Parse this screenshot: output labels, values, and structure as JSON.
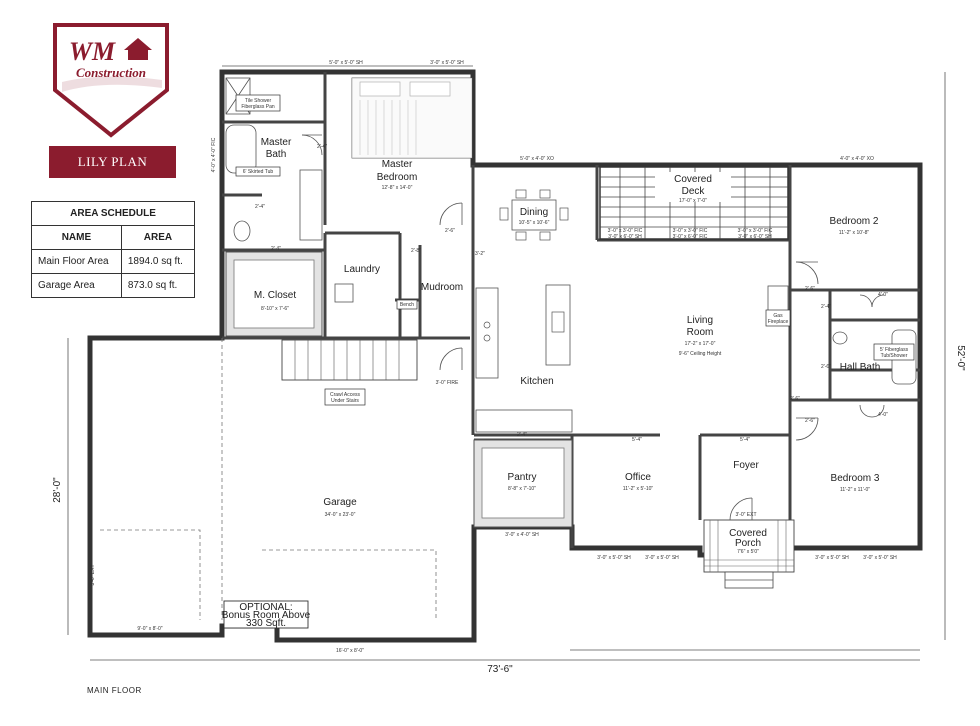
{
  "logo": {
    "brand_top": "WM",
    "brand_bottom": "Construction",
    "colors": {
      "maroon": "#8b1c2e",
      "border": "#8b1c2e"
    }
  },
  "plan_name": "LILY PLAN",
  "area_schedule": {
    "title": "AREA SCHEDULE",
    "headers": [
      "NAME",
      "AREA"
    ],
    "rows": [
      {
        "name": "Main Floor Area",
        "area": "1894.0 sq ft."
      },
      {
        "name": "Garage Area",
        "area": "873.0 sq ft."
      }
    ]
  },
  "rooms": {
    "master_bath": [
      "Master",
      "Bath"
    ],
    "master_bedroom": {
      "name": [
        "Master",
        "Bedroom"
      ],
      "size": "12'-8\" x 14'-0\""
    },
    "laundry": "Laundry",
    "mudroom": "Mudroom",
    "m_closet": {
      "name": "M. Closet",
      "size": "8'-10\" x 7'-6\""
    },
    "dining": {
      "name": "Dining",
      "size": "10'-5\" x 10'-6\""
    },
    "covered_deck": {
      "name": [
        "Covered",
        "Deck"
      ],
      "size": "17'-0\" x 7'-0\""
    },
    "bedroom2": {
      "name": "Bedroom 2",
      "size": "11'-2\" x 10'-8\""
    },
    "living_room": {
      "name": [
        "Living",
        "Room"
      ],
      "size": "17'-2\" x 17'-0\"",
      "note": "9'-6\" Ceiling Height"
    },
    "hall_bath": "Hall Bath",
    "kitchen": "Kitchen",
    "pantry": {
      "name": "Pantry",
      "size": "8'-8\" x 7'-10\""
    },
    "office": {
      "name": "Office",
      "size": "11'-2\" x 5'-10\""
    },
    "foyer": "Foyer",
    "bedroom3": {
      "name": "Bedroom 3",
      "size": "11'-2\" x 11'-0\""
    },
    "covered_porch": {
      "name": [
        "Covered",
        "Porch"
      ],
      "size": "7'6\" x 5'0\""
    },
    "garage": {
      "name": "Garage",
      "size": "34'-0\" x 23'-0\""
    }
  },
  "callouts": {
    "tile_shower": [
      "Tile Shower",
      "Fiberglass Pan"
    ],
    "skirted_tub": "6' Skirted Tub",
    "bench": "Bench",
    "crawl_access": [
      "Crawl Access",
      "Under Stairs"
    ],
    "fireplace": [
      "Gas",
      "Fireplace"
    ],
    "fiberglass_tub": [
      "5' Fiberglass",
      "Tub/Shower"
    ],
    "optional": [
      "OPTIONAL:",
      "Bonus Room Above",
      "330 Sqft."
    ]
  },
  "dimensions": {
    "top_window_1": "5'-0\" x 5'-0\" SH",
    "top_window_2": "3'-0\" x 5'-0\" SH",
    "dining_window": "5'-0\" x 4'-0\" XO",
    "bed2_window": "4'-0\" x 4'-0\" XO",
    "bath_window": "4'-0\" x 4'-0\" FIC",
    "deck_windows": [
      "3'-0\" x 3'-0\" FIC",
      "3'-0\" x 3'-0\" FIC",
      "3'-0\" x 3'-0\" FIC",
      "3'-0\" x 6'-0\" SH",
      "3'-0\" x 6'-0\" FIC",
      "3'-0\" x 6'-0\" SH"
    ],
    "fire_door": "3'-0\" FIRE",
    "pantry_window": "3'-0\" x 4'-0\" SH",
    "office_windows": [
      "3'-0\" x 5'-0\" SH",
      "3'-0\" x 5'-0\" SH"
    ],
    "bed3_windows": [
      "3'-0\" x 5'-0\" SH",
      "3'-0\" x 5'-0\" SH"
    ],
    "porch_door": "3'-0\" EXT",
    "garage_side_door": "3'-0\" EXT",
    "garage_door_1": "9'-0\" x 8'-0\"",
    "garage_door_2": "16'-0\" x 8'-0\"",
    "overall_width": "73'-6\"",
    "overall_depth": "52'-0\"",
    "garage_depth": "28'-0\"",
    "office_opening": "5'-4\"",
    "foyer_opening": "5'-4\"",
    "pantry_opening": "2'-4\"",
    "closet_doors": [
      "2'-4\"",
      "2'-6\"",
      "2'-8\"",
      "2'-4\"",
      "2'-6\"",
      "2'-6\""
    ],
    "closets": [
      "4'-0\"",
      "4'-0\""
    ],
    "bath_doors": [
      "2'-4\"",
      "2'-4\"",
      "2'-6\"",
      "2'-6\""
    ],
    "stair_gap": "3'-2\""
  },
  "footer": "MAIN FLOOR"
}
